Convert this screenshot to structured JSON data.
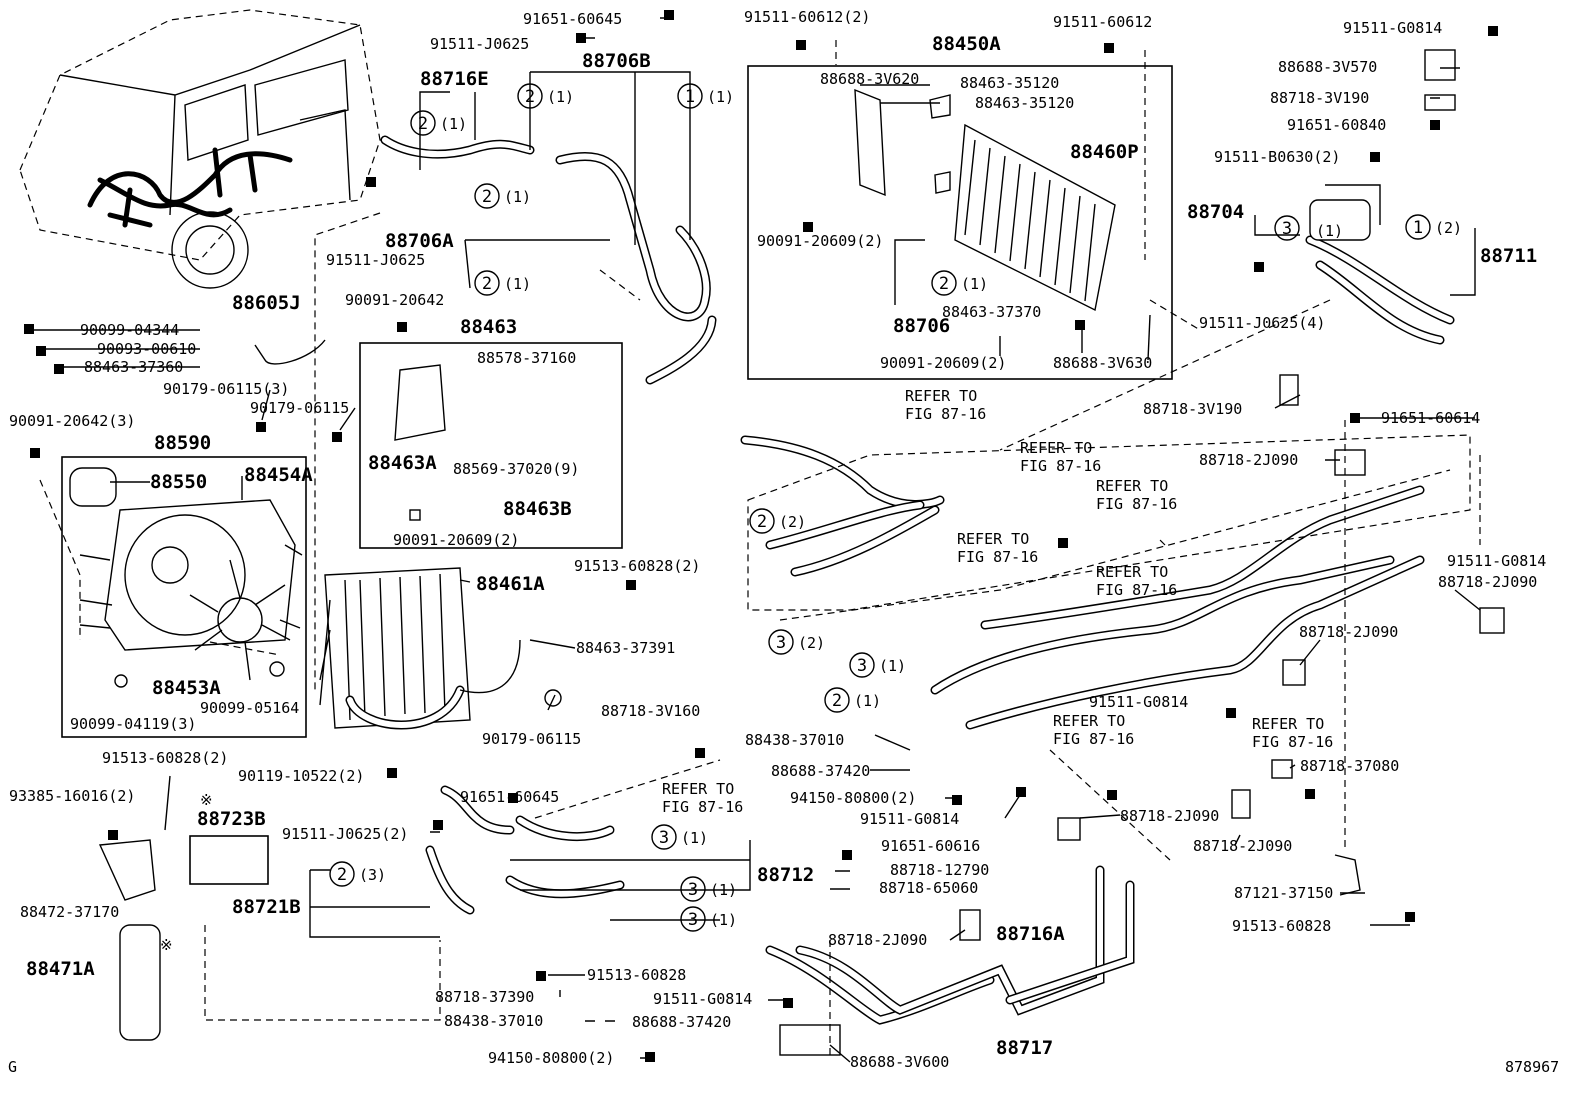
{
  "diagram_id": "878967",
  "corner_mark": "G",
  "refer_fig": "REFER TO\nFIG 87-16",
  "labels": {
    "p91651_60645_top": "91651-60645",
    "p91511_J0625_top": "91511-J0625",
    "p88706B": "88706B",
    "p88716E": "88716E",
    "p88706A": "88706A",
    "p91511_J0625_mid": "91511-J0625",
    "p88605J": "88605J",
    "p90091_20642": "90091-20642",
    "p88463": "88463",
    "p88578_37160": "88578-37160",
    "p88463A": "88463A",
    "p88569_37020": "88569-37020(9)",
    "p88463B": "88463B",
    "p90091_20609_2b": "90091-20609(2)",
    "p90099_04344": "90099-04344",
    "p90093_00610": "90093-00610",
    "p88463_37360": "88463-37360",
    "p90179_06115_3": "90179-06115(3)",
    "p90179_06115_a": "90179-06115",
    "p90091_20642_3": "90091-20642(3)",
    "p88590": "88590",
    "p88550": "88550",
    "p88454A": "88454A",
    "p88453A": "88453A",
    "p90099_05164": "90099-05164",
    "p90099_04119": "90099-04119(3)",
    "p91513_60828_2a": "91513-60828(2)",
    "p88461A": "88461A",
    "p88463_37391": "88463-37391",
    "p90179_06115_b": "90179-06115",
    "p90119_10522": "90119-10522(2)",
    "p88718_3V160": "88718-3V160",
    "p91513_60828_2b": "91513-60828(2)",
    "p93385_16016": "93385-16016(2)",
    "p88723B": "88723B",
    "p91651_60645_b": "91651-60645",
    "p91511_J0625_2": "91511-J0625(2)",
    "p88721B": "88721B",
    "p88472_37170": "88472-37170",
    "p88471A": "88471A",
    "p88712": "88712",
    "p91513_60828_c": "91513-60828",
    "p88718_37390": "88718-37390",
    "p88438_37010_b": "88438-37010",
    "p88688_37420_b": "88688-37420",
    "p91511_G0814_b": "91511-G0814",
    "p94150_80800_b": "94150-80800(2)",
    "p88688_3V600": "88688-3V600",
    "p91511_60612_2": "91511-60612(2)",
    "p91511_60612": "91511-60612",
    "p88450A": "88450A",
    "p88688_3V620": "88688-3V620",
    "p88463_35120_a": "88463-35120",
    "p88463_35120_b": "88463-35120",
    "p88460P": "88460P",
    "p90091_20609_2a": "90091-20609(2)",
    "p88706": "88706",
    "p88463_37370": "88463-37370",
    "p90091_20609_2c": "90091-20609(2)",
    "p88688_3V630": "88688-3V630",
    "p91511_G0814_tr": "91511-G0814",
    "p88688_3V570": "88688-3V570",
    "p88718_3V190_a": "88718-3V190",
    "p91651_60840": "91651-60840",
    "p91511_B0630": "91511-B0630(2)",
    "p88704": "88704",
    "p88711": "88711",
    "p91511_J0625_4": "91511-J0625(4)",
    "p88718_3V190_b": "88718-3V190",
    "p91651_60614": "91651-60614",
    "p88718_2J090_a": "88718-2J090",
    "p91511_G0814_r": "91511-G0814",
    "p88718_2J090_b": "88718-2J090",
    "p88718_2J090_c": "88718-2J090",
    "p91511_G0814_m": "91511-G0814",
    "p88718_37080": "88718-37080",
    "p88438_37010_a": "88438-37010",
    "p88688_37420_a": "88688-37420",
    "p94150_80800_a": "94150-80800(2)",
    "p91511_G0814_m2": "91511-G0814",
    "p88718_2J090_d": "88718-2J090",
    "p88718_2J090_e": "88718-2J090",
    "p91651_60616": "91651-60616",
    "p88718_12790": "88718-12790",
    "p88718_65060": "88718-65060",
    "p88718_2J090_f": "88718-2J090",
    "p88716A": "88716A",
    "p88717": "88717",
    "p87121_37150": "87121-37150",
    "p91513_60828_d": "91513-60828"
  },
  "circled": {
    "c1": "1",
    "c2": "2",
    "c3": "3",
    "q1": "(1)",
    "q2": "(2)",
    "q3": "(3)"
  },
  "note_mark": "※"
}
